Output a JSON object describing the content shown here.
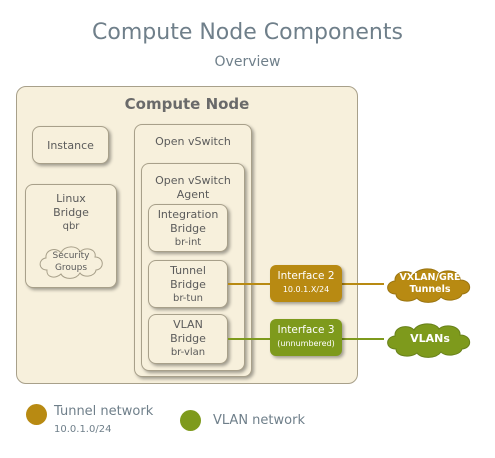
{
  "header": {
    "title": "Compute Node Components",
    "subtitle": "Overview"
  },
  "compute_node": {
    "title": "Compute Node",
    "instance": "Instance",
    "linux_bridge": {
      "line1": "Linux",
      "line2": "Bridge",
      "line3": "qbr"
    },
    "security_groups": {
      "line1": "Security",
      "line2": "Groups"
    },
    "open_vswitch": {
      "title": "Open vSwitch",
      "agent": {
        "line1": "Open vSwitch",
        "line2": "Agent"
      },
      "integration_bridge": {
        "line1": "Integration",
        "line2": "Bridge",
        "line3": "br-int"
      },
      "tunnel_bridge": {
        "line1": "Tunnel",
        "line2": "Bridge",
        "line3": "br-tun"
      },
      "vlan_bridge": {
        "line1": "VLAN",
        "line2": "Bridge",
        "line3": "br-vlan"
      }
    }
  },
  "interfaces": {
    "interface2": {
      "name": "Interface 2",
      "address": "10.0.1.X/24"
    },
    "interface3": {
      "name": "Interface 3",
      "address": "(unnumbered)"
    }
  },
  "clouds": {
    "tunnels": {
      "line1": "VXLAN/GRE",
      "line2": "Tunnels"
    },
    "vlans": {
      "line1": "VLANs"
    }
  },
  "legend": {
    "tunnel": {
      "label": "Tunnel network",
      "subnet": "10.0.1.0/24"
    },
    "vlan": {
      "label": "VLAN network"
    }
  },
  "colors": {
    "tunnel": "#b88a12",
    "vlan": "#7e9a1c",
    "box_fill": "#f7f0dc",
    "box_border": "#a8a08a",
    "text": "#6f7f8a"
  },
  "icons": {
    "cloud": "cloud-icon"
  }
}
